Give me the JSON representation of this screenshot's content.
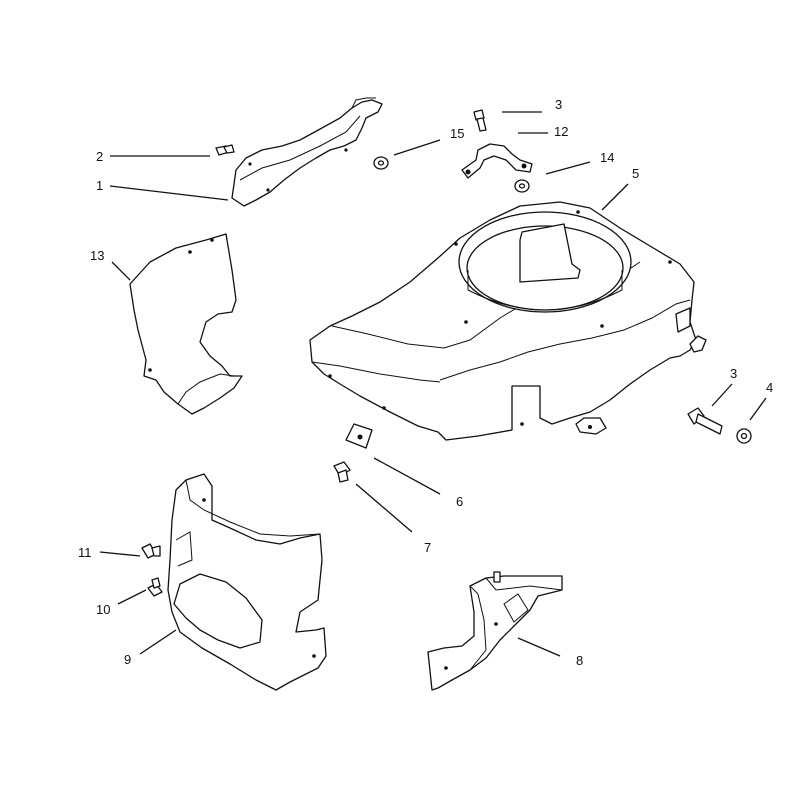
{
  "colors": {
    "line": "#111111",
    "background": "#ffffff"
  },
  "callouts": {
    "c1": "1",
    "c2": "2",
    "c3a": "3",
    "c3b": "3",
    "c4": "4",
    "c5": "5",
    "c6": "6",
    "c7": "7",
    "c8": "8",
    "c9": "9",
    "c10": "10",
    "c11": "11",
    "c12": "12",
    "c13": "13",
    "c14": "14",
    "c15": "15"
  }
}
